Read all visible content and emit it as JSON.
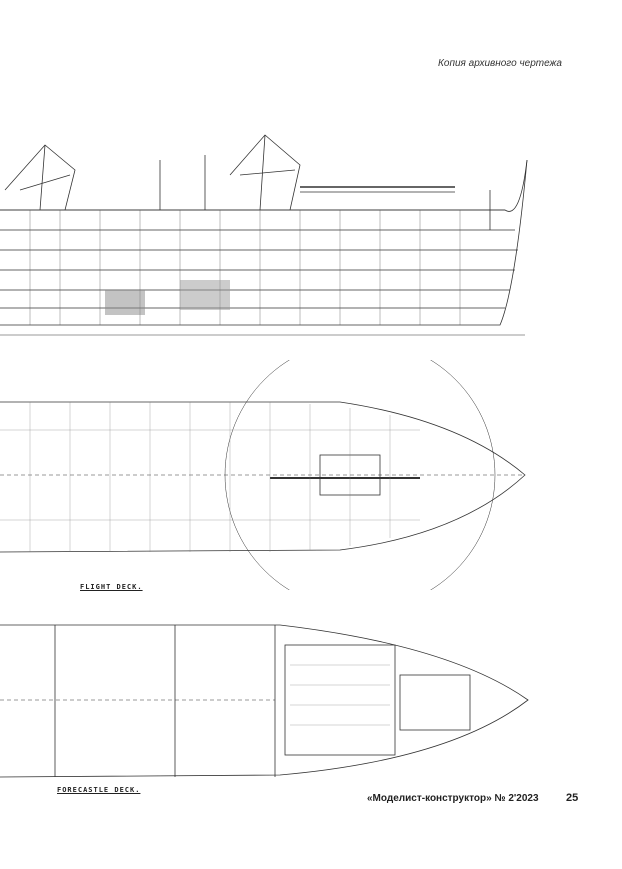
{
  "header": {
    "note": "Копия архивного чертежа"
  },
  "drawings": {
    "profile": {
      "name": "side-elevation"
    },
    "flight_deck": {
      "label": "FLIGHT DECK."
    },
    "forecastle_deck": {
      "label": "FORECASTLE DECK."
    }
  },
  "footer": {
    "magazine": "«Моделист-конструктор» № 2'2023",
    "page_number": "25"
  }
}
